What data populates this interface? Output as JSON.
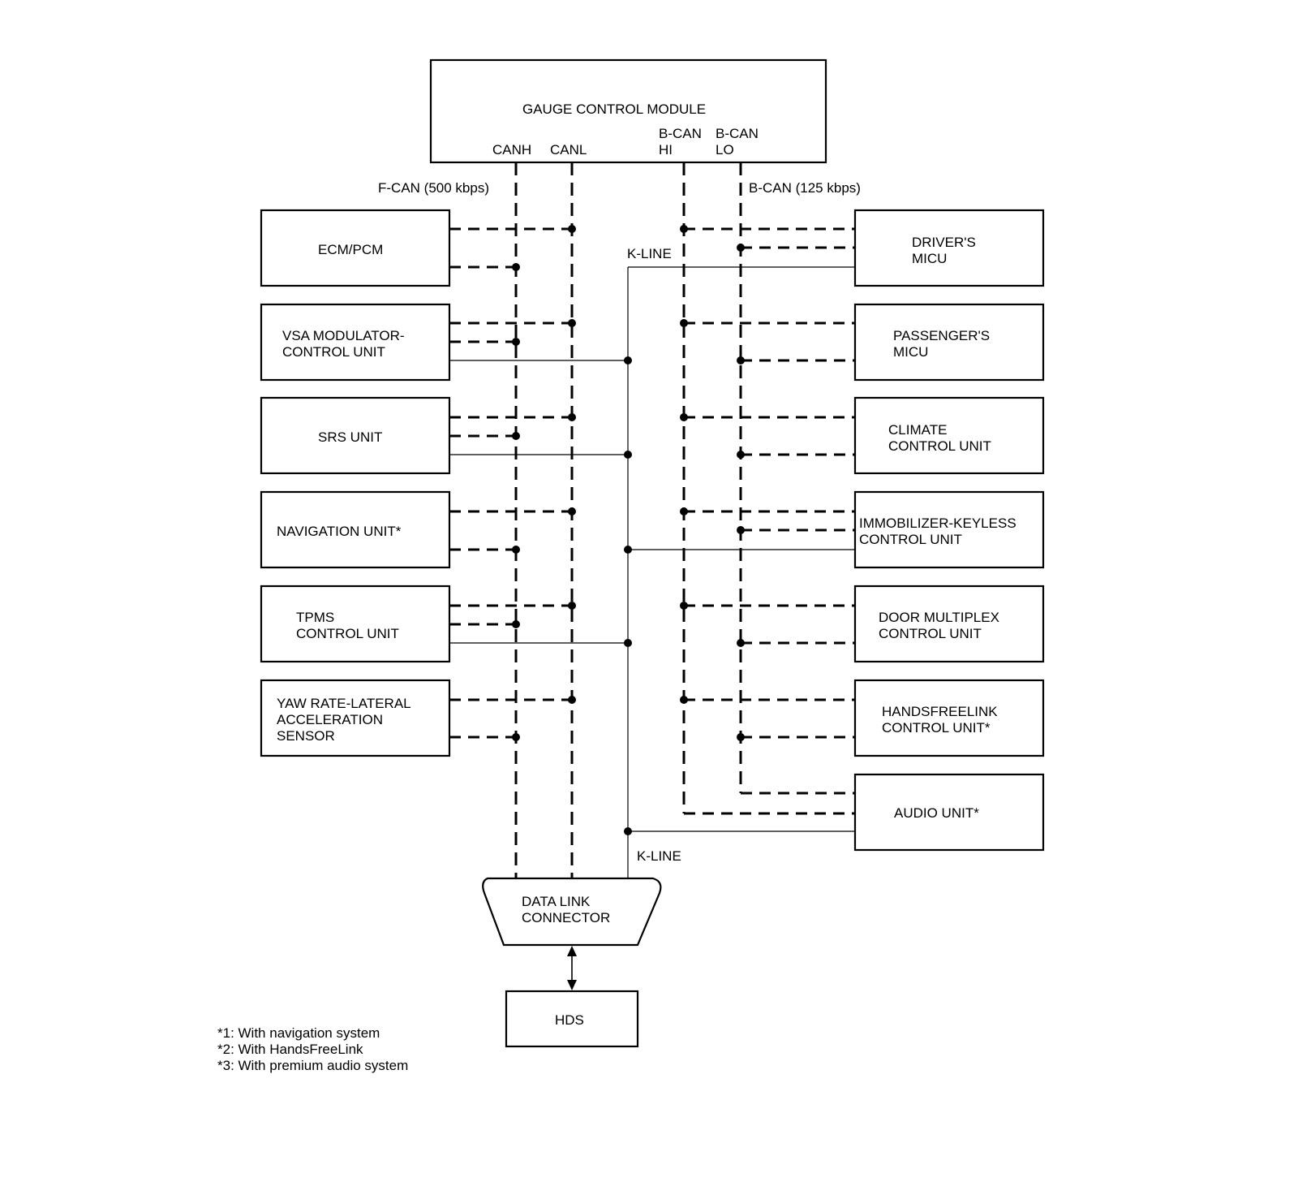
{
  "gauge": {
    "title": "GAUGE CONTROL MODULE",
    "canh": "CANH",
    "canl": "CANL",
    "bcan_hi_1": "B-CAN",
    "bcan_hi_2": "HI",
    "bcan_lo_1": "B-CAN",
    "bcan_lo_2": "LO"
  },
  "bus_labels": {
    "fcan": "F-CAN (500 kbps)",
    "bcan": "B-CAN (125 kbps)",
    "kline_top": "K-LINE",
    "kline_bottom": "K-LINE"
  },
  "left_units": [
    {
      "lines": [
        "ECM/PCM"
      ]
    },
    {
      "lines": [
        "VSA MODULATOR-",
        "CONTROL UNIT"
      ]
    },
    {
      "lines": [
        "SRS UNIT"
      ]
    },
    {
      "lines": [
        "NAVIGATION UNIT*"
      ]
    },
    {
      "lines": [
        "TPMS",
        "CONTROL UNIT"
      ]
    },
    {
      "lines": [
        "YAW RATE-LATERAL",
        "ACCELERATION",
        "SENSOR"
      ]
    }
  ],
  "right_units": [
    {
      "lines": [
        "DRIVER'S",
        "MICU"
      ]
    },
    {
      "lines": [
        "PASSENGER'S",
        "MICU"
      ]
    },
    {
      "lines": [
        "CLIMATE",
        "CONTROL UNIT"
      ]
    },
    {
      "lines": [
        "IMMOBILIZER-KEYLESS",
        "CONTROL UNIT"
      ]
    },
    {
      "lines": [
        "DOOR MULTIPLEX",
        "CONTROL UNIT"
      ]
    },
    {
      "lines": [
        "HANDSFREELINK",
        "CONTROL UNIT*"
      ]
    },
    {
      "lines": [
        "AUDIO UNIT*"
      ]
    }
  ],
  "dlc": {
    "line1": "DATA LINK",
    "line2": "CONNECTOR"
  },
  "hds": "HDS",
  "footnotes": [
    "*1:  With navigation system",
    "*2:  With HandsFreeLink",
    "*3:  With premium audio system"
  ]
}
